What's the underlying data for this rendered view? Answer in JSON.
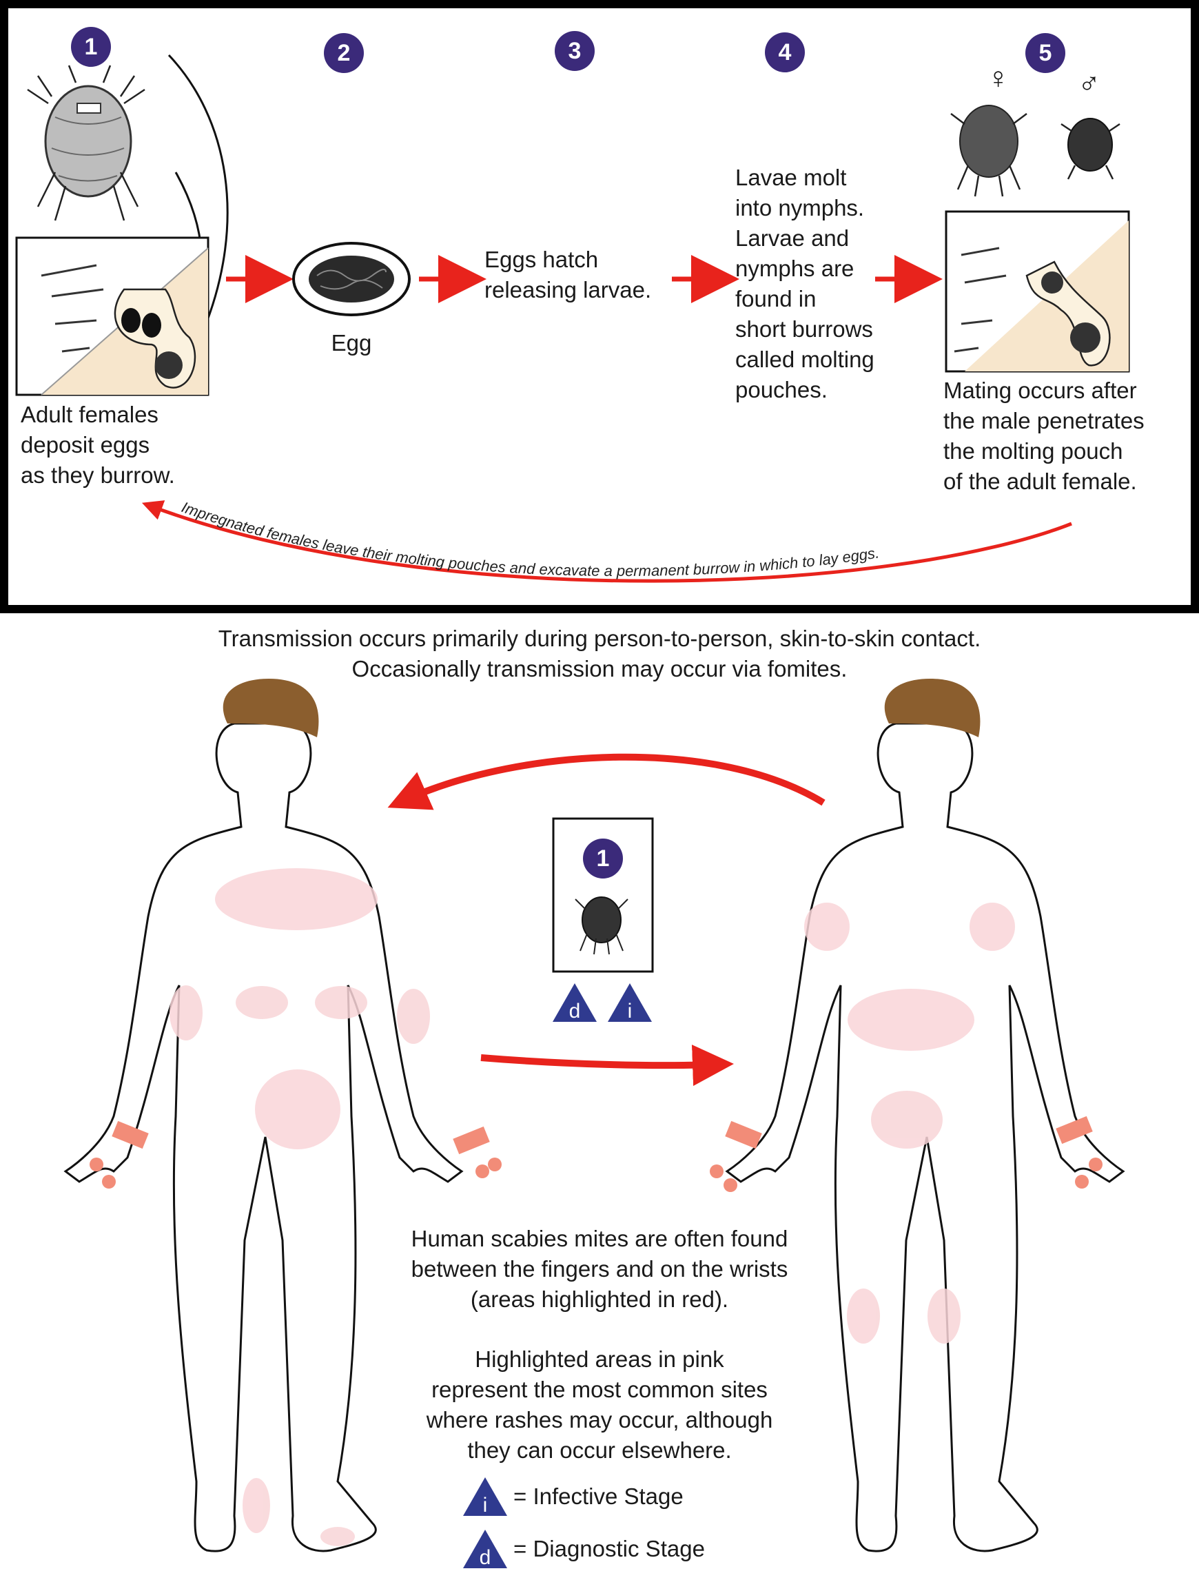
{
  "stages": [
    {
      "number": "1",
      "caption": [
        "Adult females",
        "deposit eggs",
        "as they burrow."
      ]
    },
    {
      "number": "2",
      "caption": [
        "Egg"
      ]
    },
    {
      "number": "3",
      "caption": [
        "Eggs hatch",
        "releasing larvae."
      ]
    },
    {
      "number": "4",
      "caption": [
        "Lavae molt",
        "into nymphs.",
        "Larvae and",
        "nymphs are",
        "found in",
        "short burrows",
        "called molting",
        "pouches."
      ]
    },
    {
      "number": "5",
      "caption": [
        "Mating occurs after",
        "the male penetrates",
        "the molting pouch",
        "of the adult female."
      ]
    }
  ],
  "sex_symbols": {
    "female": "♀",
    "male": "♂"
  },
  "return_arrow_text": "Impregnated females leave their molting pouches and excavate a permanent burrow in which to lay eggs.",
  "transmission": [
    "Transmission occurs primarily during person-to-person, skin-to-skin contact.",
    "Occasionally transmission may occur via fomites."
  ],
  "center_box": {
    "number": "1",
    "markers": [
      "d",
      "i"
    ]
  },
  "info_red": [
    "Human scabies mites are often found",
    "between the fingers and on the wrists",
    "(areas highlighted in red)."
  ],
  "info_pink": [
    "Highlighted areas in pink",
    "represent the most common sites",
    "where rashes may occur, although",
    "they can occur elsewhere."
  ],
  "legend": [
    {
      "marker": "i",
      "label": "= Infective Stage"
    },
    {
      "marker": "d",
      "label": "= Diagnostic Stage"
    }
  ],
  "colors": {
    "badge": "#3b2a7a",
    "arrow": "#e8231c",
    "pink_area": "#f9d5d8",
    "red_area": "#f28c78",
    "hair": "#8b5e2e",
    "skin": "#f7e6cc",
    "triangle": "#2f3a8f"
  }
}
